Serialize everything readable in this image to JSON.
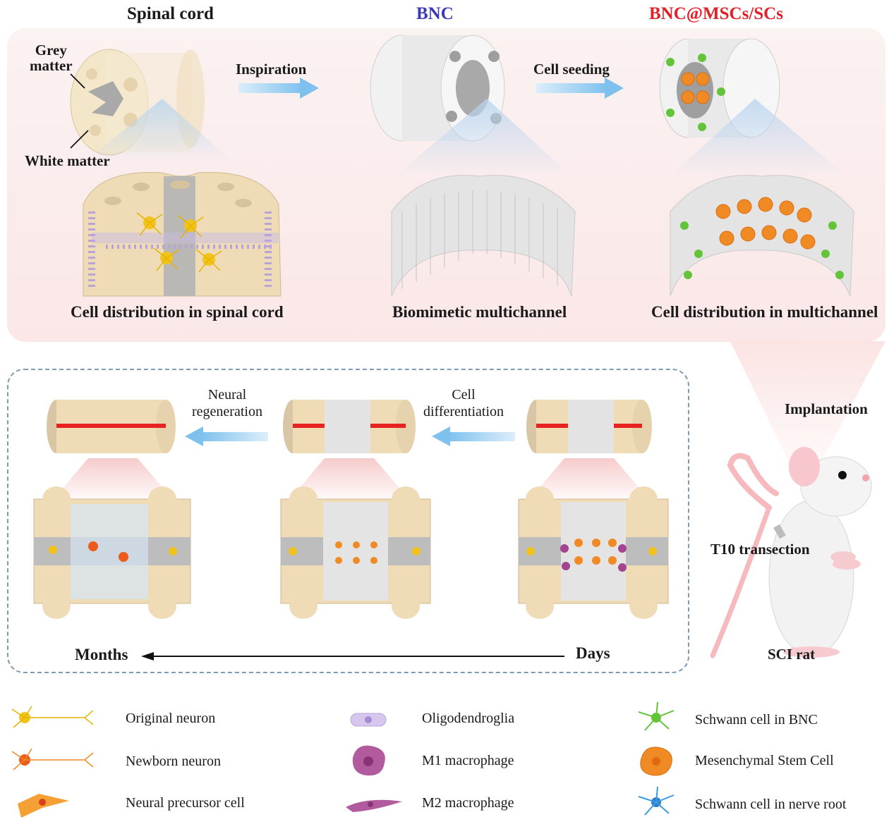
{
  "top": {
    "title_spinal": "Spinal cord",
    "title_bnc": "BNC",
    "title_bnc_cells": "BNC@MSCs/SCs",
    "label_grey": "Grey\nmatter",
    "label_white": "White matter",
    "arrow_inspiration": "Inspiration",
    "arrow_seeding": "Cell seeding",
    "cap_spinal": "Cell distribution in spinal cord",
    "cap_bnc": "Biomimetic multichannel",
    "cap_multi": "Cell distribution in multichannel",
    "colors": {
      "bnc_title": "#3a3ab8",
      "bnc_cells_title": "#e3202a"
    }
  },
  "bottom": {
    "arrow_neural": "Neural\nregeneration",
    "arrow_diff": "Cell\ndifferentiation",
    "months": "Months",
    "days": "Days",
    "implantation": "Implantation",
    "transection": "T10 transection",
    "sci_rat": "SCI rat"
  },
  "legend": [
    {
      "label": "Original neuron",
      "icon": "original-neuron-icon"
    },
    {
      "label": "Newborn neuron",
      "icon": "newborn-neuron-icon"
    },
    {
      "label": "Neural precursor cell",
      "icon": "neural-precursor-icon"
    },
    {
      "label": "Oligodendroglia",
      "icon": "oligodendroglia-icon"
    },
    {
      "label": "M1 macrophage",
      "icon": "m1-macrophage-icon"
    },
    {
      "label": "M2 macrophage",
      "icon": "m2-macrophage-icon"
    },
    {
      "label": "Schwann cell in BNC",
      "icon": "schwann-bnc-icon"
    },
    {
      "label": "Mesenchymal Stem Cell",
      "icon": "msc-icon"
    },
    {
      "label": "Schwann cell in nerve root",
      "icon": "schwann-root-icon"
    }
  ]
}
